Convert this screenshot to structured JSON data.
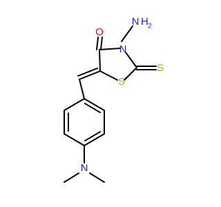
{
  "molecule": {
    "labels": {
      "amino_n": "N",
      "amino_h": "H",
      "amino_h_count": "2",
      "ring_n": "N",
      "carbonyl_o": "O",
      "ring_s": "S",
      "thione_s": "S",
      "dimethylamino_n": "N"
    },
    "colors": {
      "bond": "#000000",
      "nitrogen": "#2222ff",
      "oxygen": "#ff0000",
      "sulfur": "#b3b300"
    }
  }
}
